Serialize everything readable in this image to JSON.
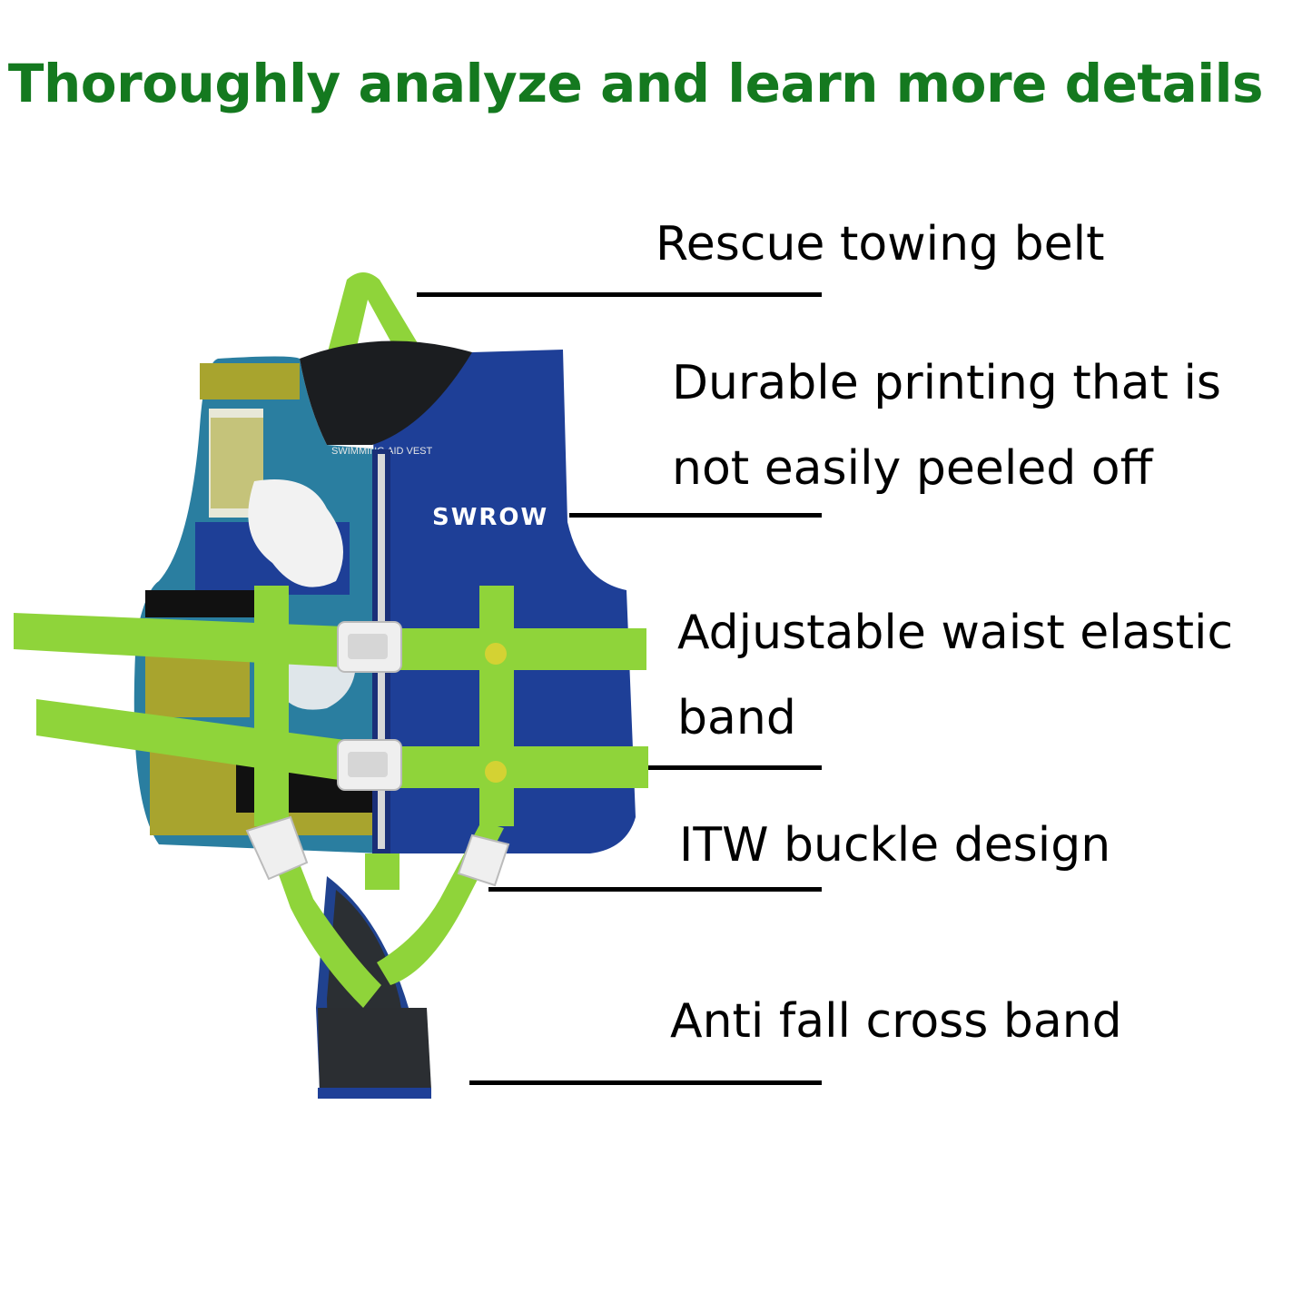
{
  "headline": "Thoroughly analyze and learn more details",
  "vest_brand": "SWROW",
  "vest_collar_text": "SWIMMING AID VEST",
  "features": [
    {
      "label": "Rescue towing belt"
    },
    {
      "label": "Durable printing that is",
      "label_line2": "not easily peeled off"
    },
    {
      "label": "Adjustable waist elastic",
      "label_line2": "band"
    },
    {
      "label": "ITW buckle design"
    },
    {
      "label": "Anti fall cross band"
    }
  ],
  "colors": {
    "headline": "#14791f",
    "vest_blue": "#1e3f97",
    "strap_green": "#8fd43a",
    "pattern_olive": "#a8a42e",
    "pattern_teal": "#2a7ea0"
  }
}
